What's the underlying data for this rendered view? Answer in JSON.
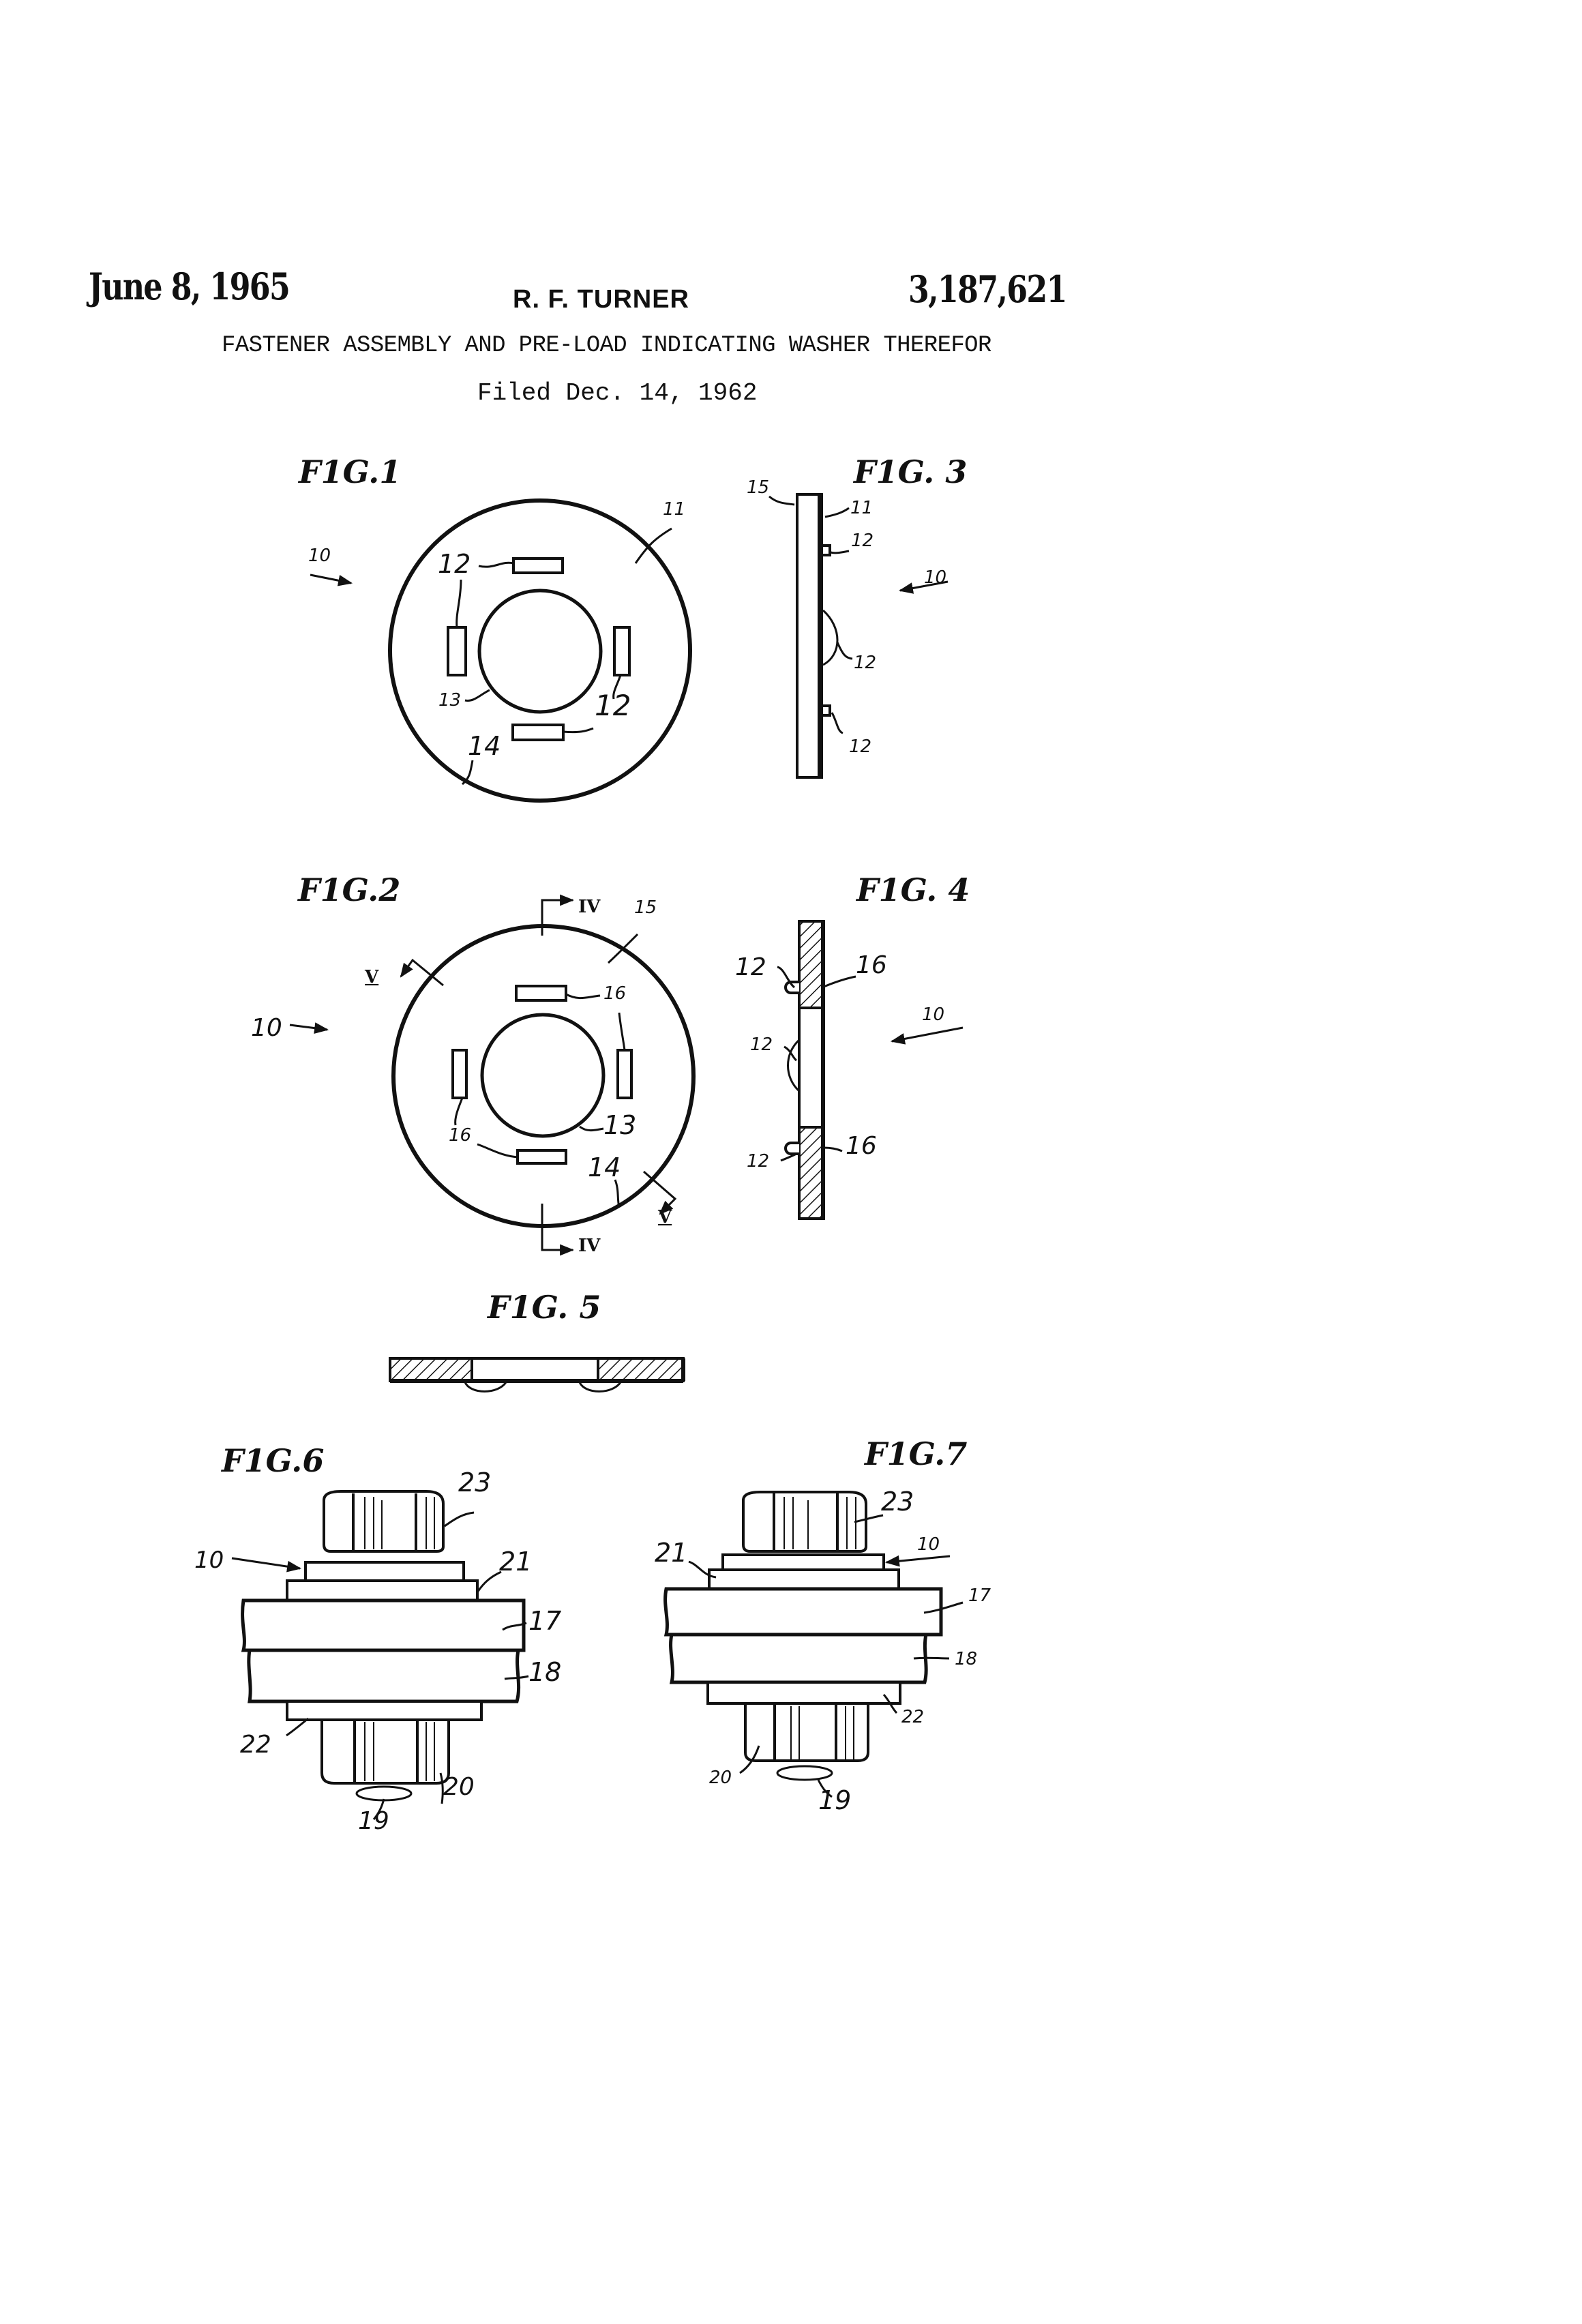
{
  "header": {
    "date": "June 8, 1965",
    "inventor": "R. F. TURNER",
    "patent_number": "3,187,621",
    "title": "FASTENER ASSEMBLY AND PRE-LOAD INDICATING WASHER THEREFOR",
    "filed": "Filed Dec. 14, 1962"
  },
  "figures": {
    "fig1": {
      "label": "F1G.1",
      "refs": {
        "assembly": "10",
        "face": "11",
        "tab_top": "12",
        "tab_bottom": "12",
        "bore": "13",
        "edge": "14"
      }
    },
    "fig2": {
      "label": "F1G.2",
      "refs": {
        "assembly": "10",
        "face": "15",
        "recess_top": "16",
        "recess_left": "16",
        "bore": "13",
        "edge": "14"
      },
      "section_marks": {
        "iv_top": "IV",
        "iv_bottom": "IV",
        "v_left": "V",
        "v_right": "V"
      }
    },
    "fig3": {
      "label": "F1G. 3",
      "refs": {
        "face_back": "15",
        "face_front": "11",
        "tab_upper": "12",
        "tab_middle": "12",
        "tab_lower": "12",
        "assembly": "10"
      }
    },
    "fig4": {
      "label": "F1G. 4",
      "refs": {
        "tab_upper": "12",
        "recess_upper": "16",
        "tab_middle": "12",
        "tab_lower": "12",
        "recess_lower": "16",
        "assembly": "10"
      }
    },
    "fig5": {
      "label": "F1G. 5"
    },
    "fig6": {
      "label": "F1G.6",
      "refs": {
        "washer": "10",
        "nut_top": "23",
        "washer_21": "21",
        "plate_17": "17",
        "plate_18": "18",
        "washer_22": "22",
        "nut_bottom": "20",
        "bolt": "19"
      }
    },
    "fig7": {
      "label": "F1G.7",
      "refs": {
        "washer": "10",
        "nut_top": "23",
        "washer_21": "21",
        "plate_17": "17",
        "plate_18": "18",
        "washer_22": "22",
        "nut_bottom": "20",
        "bolt": "19"
      }
    }
  }
}
